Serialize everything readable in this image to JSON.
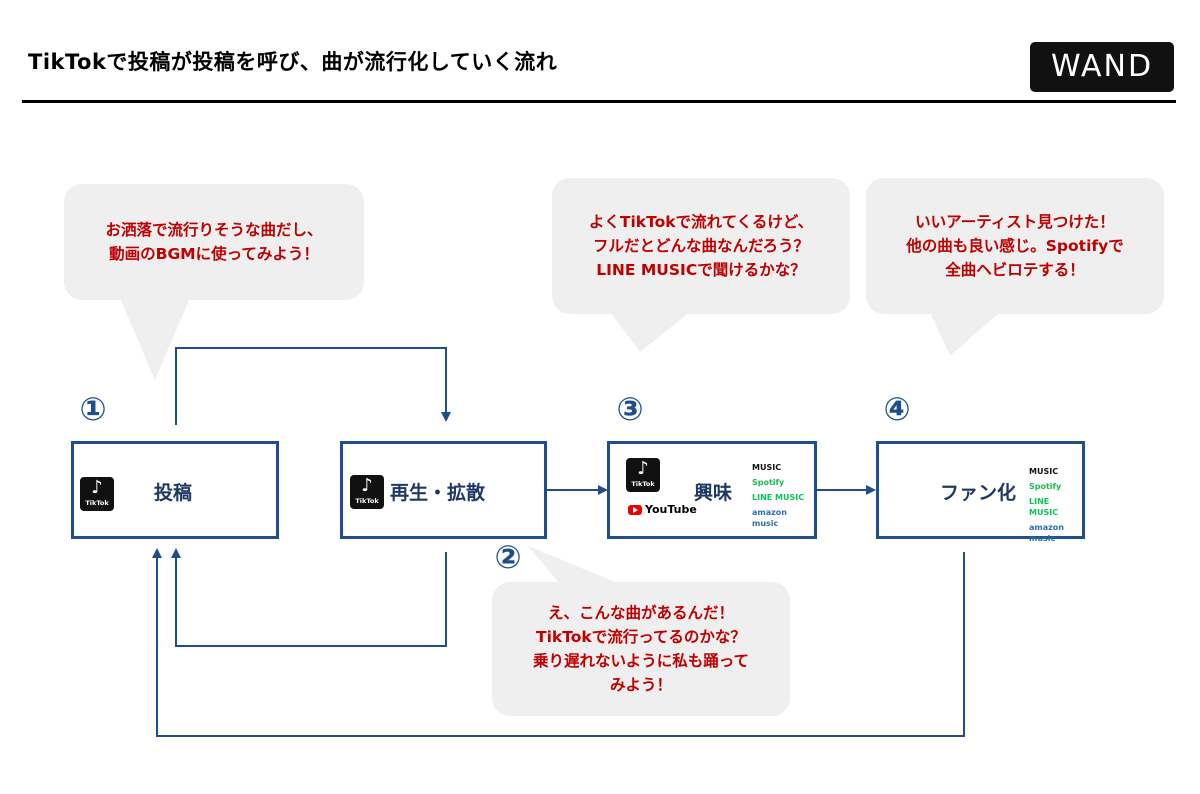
{
  "header": {
    "title": "TikTokで投稿が投稿を呼び、曲が流行化していく流れ",
    "logo": "WAND"
  },
  "steps": [
    {
      "num": "①",
      "label": "投稿"
    },
    {
      "num": "②",
      "label": "再生・拡散"
    },
    {
      "num": "③",
      "label": "興味"
    },
    {
      "num": "④",
      "label": "ファン化"
    }
  ],
  "bubbles": {
    "b1": "お洒落で流行りそうな曲だし、\n動画のBGMに使ってみよう！",
    "b2": "え、こんな曲があるんだ！\nTikTokで流行ってるのかな？\n乗り遅れないように私も踊って\nみよう！",
    "b3": "よくTikTokで流れてくるけど、\nフルだとどんな曲なんだろう？\nLINE MUSICで聞けるかな？",
    "b4": "いいアーティスト見つけた！\n他の曲も良い感じ。Spotifyで\n全曲ヘビロテする！"
  },
  "icons": {
    "tiktok_text": "TikTok",
    "youtube_text": "YouTube",
    "services": [
      "MUSIC",
      "Spotify",
      "LINE MUSIC",
      "amazon music"
    ]
  },
  "colors": {
    "accent": "#1f4e8c",
    "bubble_text": "#c00000",
    "bubble_bg": "#efefef"
  }
}
